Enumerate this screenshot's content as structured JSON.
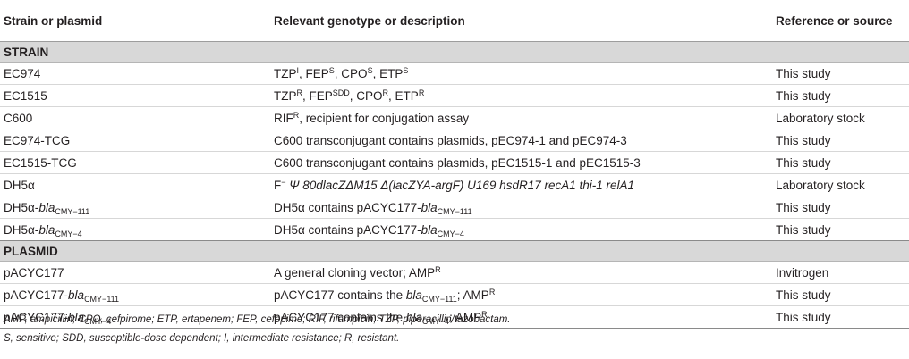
{
  "header": {
    "col1": "Strain or plasmid",
    "col2": "Relevant genotype or description",
    "col3": "Reference or source"
  },
  "sections": {
    "strain": "STRAIN",
    "plasmid": "PLASMID"
  },
  "rows": {
    "ec974": {
      "name": "EC974",
      "d": [
        "TZP",
        "I",
        ", FEP",
        "S",
        ", CPO",
        "S",
        ", ETP",
        "S"
      ],
      "ref": "This study"
    },
    "ec1515": {
      "name": "EC1515",
      "d": [
        "TZP",
        "R",
        ", FEP",
        "SDD",
        ", CPO",
        "R",
        ", ETP",
        "R"
      ],
      "ref": "This study"
    },
    "c600": {
      "name": "C600",
      "d": [
        "RIF",
        "R",
        ", recipient for conjugation assay"
      ],
      "ref": "Laboratory stock"
    },
    "ec974tcg": {
      "name": "EC974-TCG",
      "desc": "C600 transconjugant contains plasmids, pEC974-1 and pEC974-3",
      "ref": "This study"
    },
    "ec1515tcg": {
      "name": "EC1515-TCG",
      "desc": "C600 transconjugant contains plasmids, pEC1515-1 and pEC1515-3",
      "ref": "This study"
    },
    "dh5a": {
      "name": "DH5α",
      "d": [
        "F",
        "−",
        " ",
        "Ψ 80dlacZΔM15 Δ(lacZYA-argF) U169 hsdR17 recA1 thi-1 relA1"
      ],
      "ref": "Laboratory stock"
    },
    "dh5a111": {
      "n": [
        "DH5α-",
        "bla",
        "CMY−111"
      ],
      "d": [
        "DH5α contains pACYC177-",
        "bla",
        "CMY−111"
      ],
      "ref": "This study"
    },
    "dh5a4": {
      "n": [
        "DH5α-",
        "bla",
        "CMY−4"
      ],
      "d": [
        "DH5α contains pACYC177-",
        "bla",
        "CMY−4"
      ],
      "ref": "This study"
    },
    "pacyc": {
      "name": "pACYC177",
      "d": [
        "A general cloning vector; AMP",
        "R"
      ],
      "ref": "Invitrogen"
    },
    "pacyc111": {
      "n": [
        "pACYC177-",
        "bla",
        "CMY−111"
      ],
      "d": [
        "pACYC177 contains the ",
        "bla",
        "CMY−111",
        "; AMP",
        "R"
      ],
      "ref": "This study"
    },
    "pacyc4": {
      "n": [
        "pACYC177-",
        "bla",
        "CMY−4"
      ],
      "d": [
        "pACYC177 contains the ",
        "bla",
        "CMY−4",
        "; AMP",
        "R"
      ],
      "ref": "This study"
    }
  },
  "footnotes": {
    "line1": "AMP, ampicillin; CPO, cefpirome; ETP, ertapenem; FEP, cefepime; RIF, rifampicin; TZP, piperacillin/tazobactam.",
    "line2": "S, sensitive; SDD, susceptible-dose dependent; I, intermediate resistance; R, resistant."
  }
}
